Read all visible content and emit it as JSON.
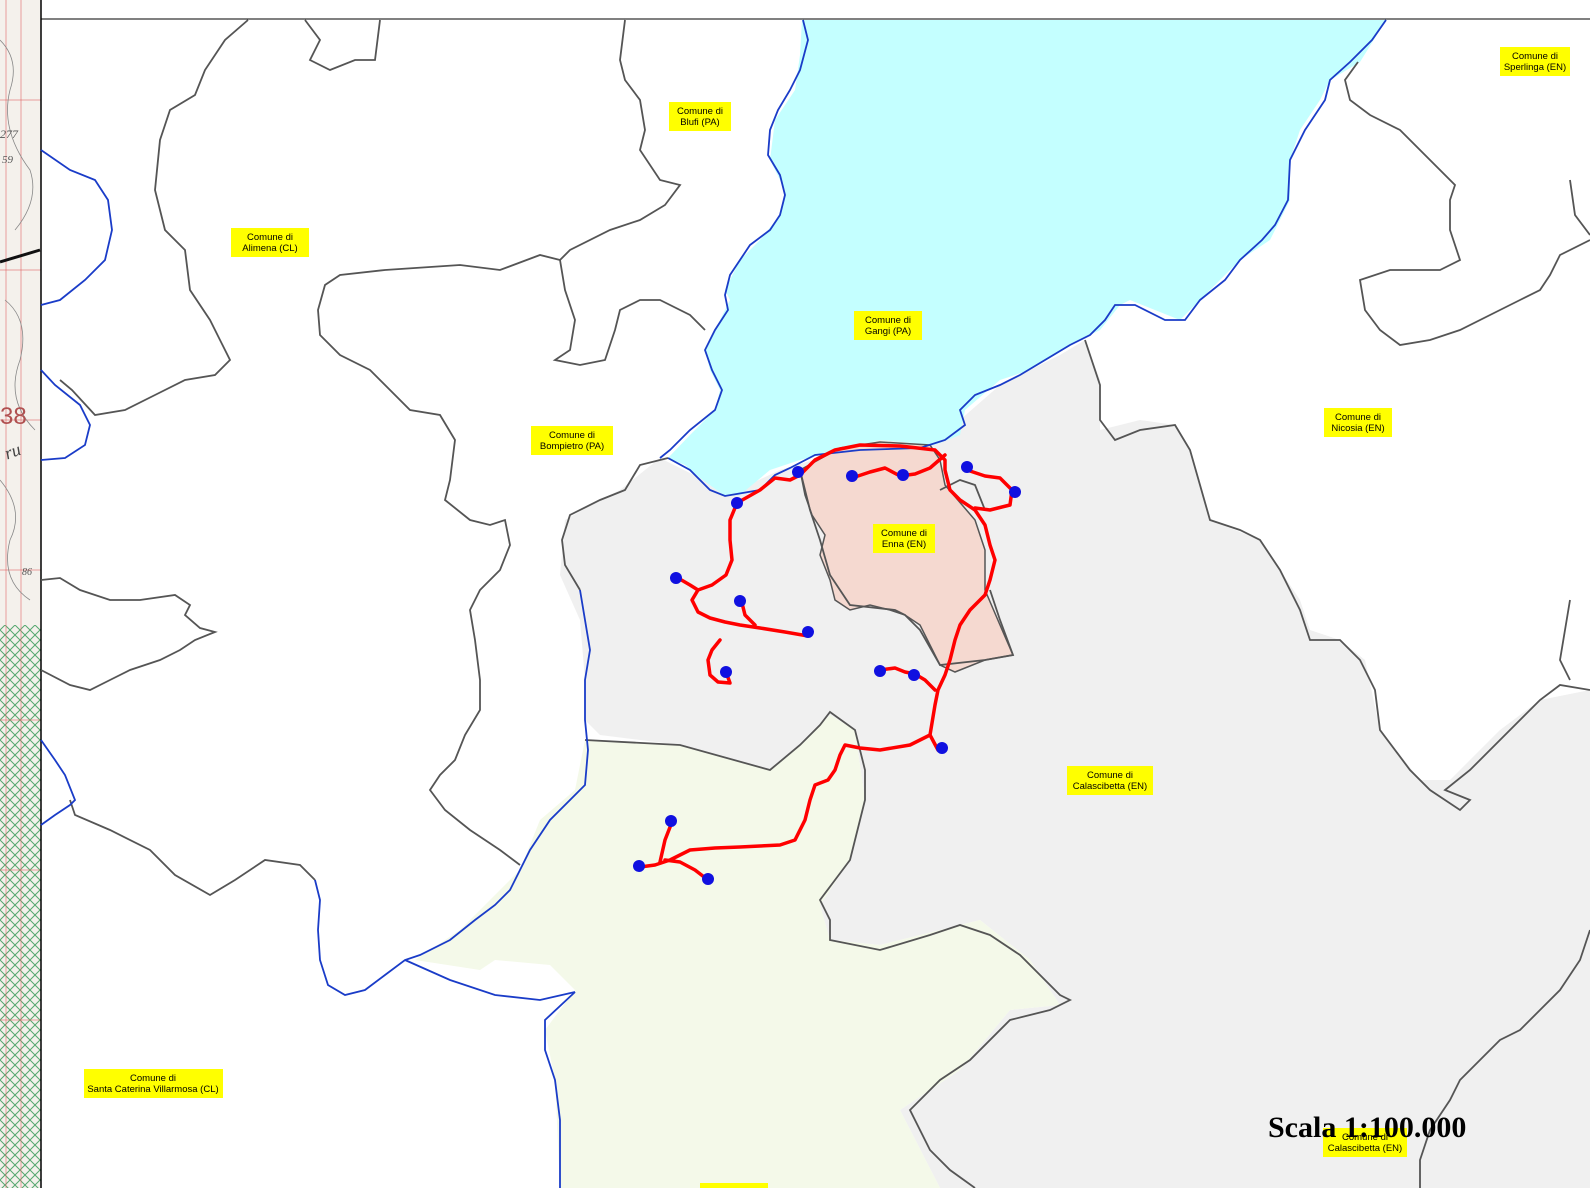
{
  "map": {
    "scale_text": "Scala 1:100.000",
    "colors": {
      "gangi_fill": "#c4ffff",
      "enna_fill": "#f5d9d0",
      "grey_fill": "#f0f0f0",
      "green_fill": "#f4f9e9",
      "boundary": "#555555",
      "river": "#1a3cc8",
      "route": "#ff0000",
      "waypoint": "#1010e0",
      "label_bg": "#ffff00"
    },
    "labels": [
      {
        "id": "blufi",
        "line1": "Comune di",
        "line2": "Blufi (PA)"
      },
      {
        "id": "sperlinga",
        "line1": "Comune di",
        "line2": "Sperlinga (EN)"
      },
      {
        "id": "alimena",
        "line1": "Comune di",
        "line2": "Alimena (CL)"
      },
      {
        "id": "gangi",
        "line1": "Comune di",
        "line2": "Gangi (PA)"
      },
      {
        "id": "nicosia",
        "line1": "Comune di",
        "line2": "Nicosia (EN)"
      },
      {
        "id": "bompietro",
        "line1": "Comune di",
        "line2": "Bompietro (PA)"
      },
      {
        "id": "enna",
        "line1": "Comune di",
        "line2": "Enna (EN)"
      },
      {
        "id": "calascibetta",
        "line1": "Comune di",
        "line2": "Calascibetta (EN)"
      },
      {
        "id": "santa-caterina",
        "line1": "Comune di",
        "line2": "Santa Caterina Villarmosa (CL)"
      },
      {
        "id": "calascibetta-2",
        "line1": "Comune di",
        "line2": "Calascibetta (EN)"
      }
    ],
    "left_strip": {
      "texts": [
        "277",
        "59",
        "38",
        "86",
        "ru"
      ]
    }
  }
}
